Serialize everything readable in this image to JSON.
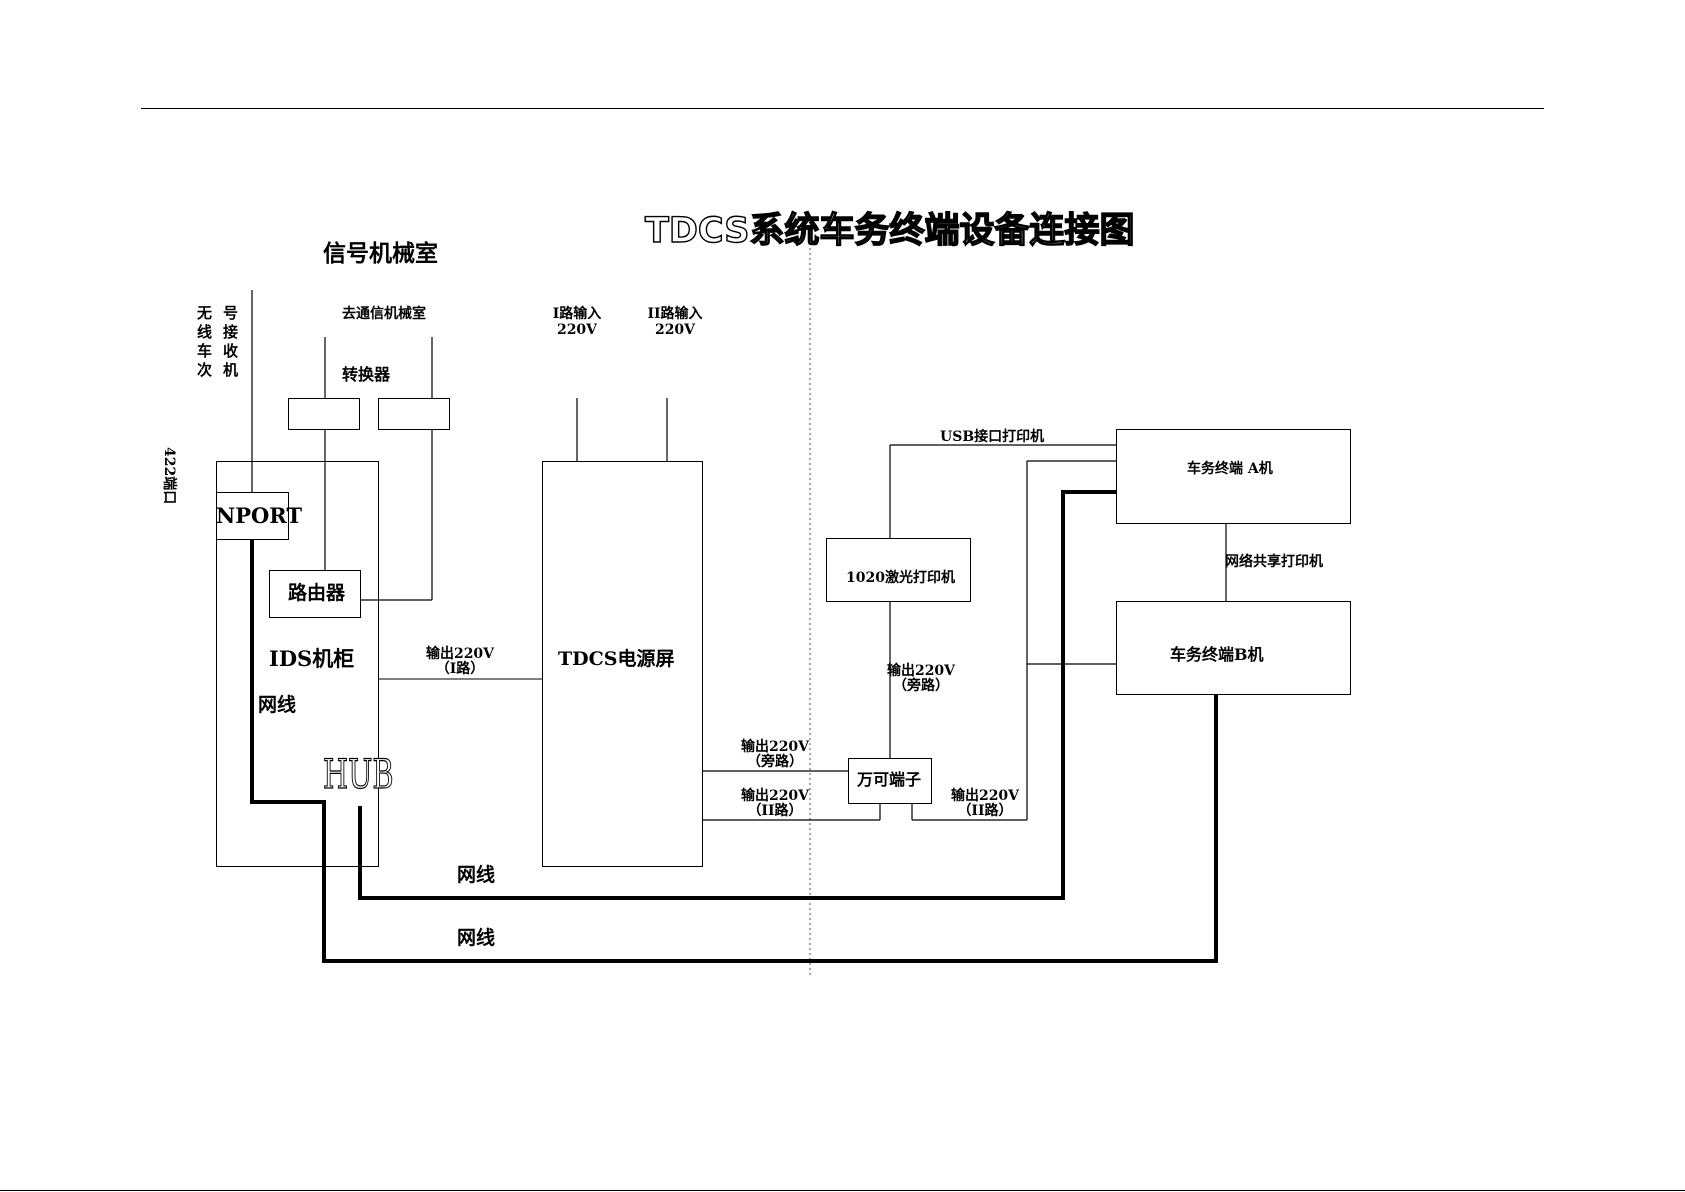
{
  "title": "TDCS系统车务终端设备连接图",
  "room_label": "信号机械室",
  "radio_receiver": {
    "col1": "无线车次",
    "col2": "号接收机"
  },
  "port_label": "422端口",
  "to_comm_room": "去通信机械室",
  "converter": "转换器",
  "input1": {
    "line1": "I路输入",
    "line2": "220V"
  },
  "input2": {
    "line1": "II路输入",
    "line2": "220V"
  },
  "nport": "NPORT",
  "router": "路由器",
  "ids_cabinet": "IDS机柜",
  "net_line_inner": "网线",
  "hub": "HUB",
  "output_1": {
    "line1": "输出220V",
    "line2": "（I路）"
  },
  "tdcs_power": "TDCS电源屏",
  "output_bypass_left": {
    "line1": "输出220V",
    "line2": "（旁路）"
  },
  "output_ii_left": {
    "line1": "输出220V",
    "line2": "（II路）"
  },
  "terminal_block": "万可端子",
  "output_ii_right": {
    "line1": "输出220V",
    "line2": "（II路）"
  },
  "output_bypass_vertical": {
    "line1": "输出220V",
    "line2": "（旁路）"
  },
  "laser_printer": "1020激光打印机",
  "usb_printer": "USB接口打印机",
  "terminal_a": "车务终端 A机",
  "terminal_b": "车务终端B机",
  "shared_printer": "网络共享打印机",
  "net_line_1": "网线",
  "net_line_2": "网线"
}
